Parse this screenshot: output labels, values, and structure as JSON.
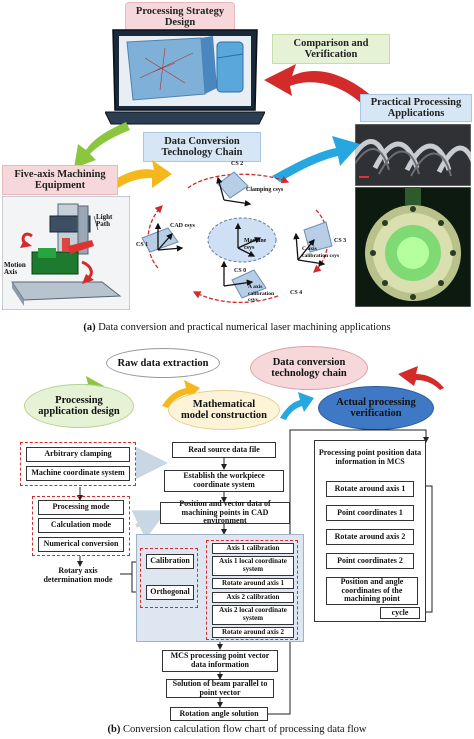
{
  "top": {
    "processing_strategy": "Processing Strategy Design",
    "comparison": "Comparison and Verification",
    "practical": "Practical Processing Applications",
    "five_axis": "Five-axis Machining Equipment",
    "data_chain": "Data Conversion Technology Chain",
    "light_path": "Light Path",
    "motion_axis": "Motion Axis",
    "caption_tag": "(a)",
    "caption": "Data conversion and practical numerical laser machining applications"
  },
  "cs": {
    "cs0": "CS 0",
    "cs1": "CS 1",
    "cs2": "CS 2",
    "cs3": "CS 3",
    "cs4": "CS 4",
    "cad_csys": "CAD csys",
    "clamping_csys": "Clamping csys",
    "machine_csys": "Machine csys",
    "c_axis": "C axis calibration csys",
    "a_axis": "A axis calibration csys",
    "z_label": "Z",
    "x_label": "X",
    "y_label": "Y",
    "o_label": "O"
  },
  "mid": {
    "raw_data": "Raw data extraction",
    "data_chain": "Data conversion technology chain",
    "processing_design": "Processing application design",
    "math_model": "Mathematical model construction",
    "actual_verification": "Actual processing verification"
  },
  "flow": {
    "arbitrary_clamping": "Arbitrary clamping",
    "machine_cs": "Machine coordinate system",
    "processing_mode": "Processing mode",
    "calculation_mode": "Calculation mode",
    "numerical_conversion": "Numerical conversion",
    "rotary_mode": "Rotary axis determination mode",
    "calibration": "Calibration",
    "orthogonal": "Orthogonal",
    "read_source": "Read source data file",
    "establish_cs": "Establish the workpiece coordinate system",
    "position_vector": "Position and vector data of machining points in CAD environment",
    "axis1_cal": "Axis 1 calibration",
    "axis1_local": "Axis 1 local coordinate system",
    "rotate_axis1": "Rotate around axis 1",
    "axis2_cal": "Axis 2 calibration",
    "axis2_local": "Axis 2 local coordinate system",
    "rotate_axis2": "Rotate around axis 2",
    "mcs_vector": "MCS processing point vector data information",
    "beam_parallel": "Solution of beam parallel to point vector",
    "rotation_angle": "Rotation angle solution",
    "mcs_info": "Processing point position data information in MCS",
    "r_rotate1": "Rotate around axis 1",
    "r_point1": "Point coordinates 1",
    "r_rotate2": "Rotate around axis 2",
    "r_point2": "Point coordinates 2",
    "r_final": "Position and angle coordinates of the machining point",
    "cycle": "cycle"
  },
  "bottom": {
    "caption_tag": "(b)",
    "caption": "Conversion calculation flow chart of processing data flow"
  },
  "colors": {
    "pink": "#f6d8db",
    "green_pill": "#e6f2d6",
    "blue_pill": "#d6e6f4",
    "red_arrow": "#d32a2a",
    "green_arrow": "#8cc63e",
    "blue_arrow": "#26a7e0",
    "gold_arrow": "#f5b81c",
    "dashed_red": "#d42b2b"
  }
}
